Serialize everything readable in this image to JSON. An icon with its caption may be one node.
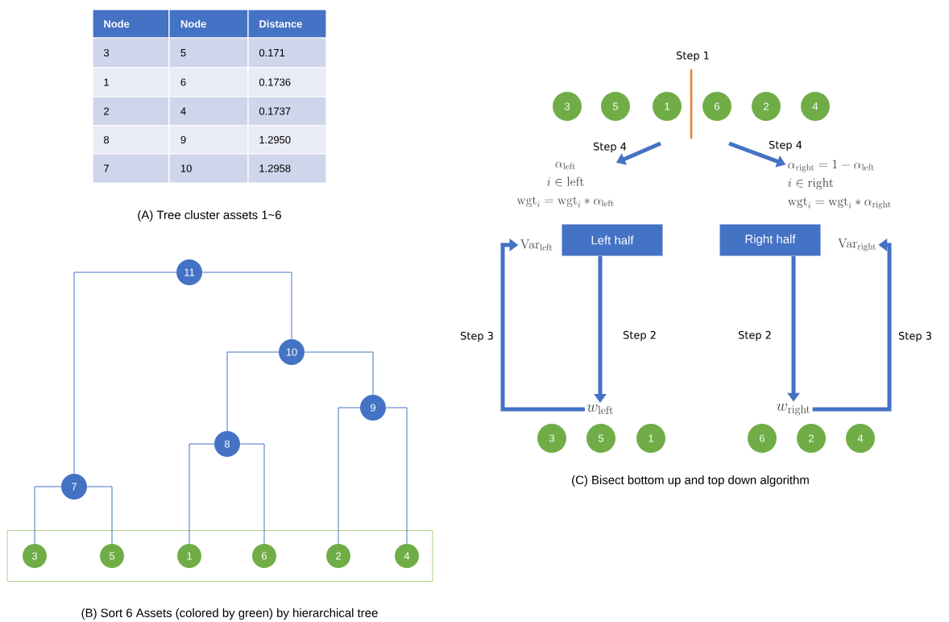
{
  "diagram": {
    "nodes": [
      {
        "text": [
          "11"
        ]
      },
      {
        "text": [
          "10"
        ]
      },
      {
        "text": [
          "9"
        ]
      },
      {
        "text": [
          "8"
        ]
      },
      {
        "text": [
          "7"
        ]
      },
      {
        "text": [],
        "shape": "box"
      },
      {
        "text": [
          "3"
        ],
        "in": 5
      },
      {
        "text": [
          "5"
        ],
        "in": 5
      },
      {
        "text": [
          "1"
        ],
        "in": 5
      },
      {
        "text": [
          "6"
        ],
        "in": 5
      },
      {
        "text": [
          "2"
        ],
        "in": 5
      },
      {
        "text": [
          "4"
        ],
        "in": 5
      },
      {
        "text": [
          "3"
        ]
      },
      {
        "text": [
          "5"
        ]
      },
      {
        "text": [
          "1"
        ]
      },
      {
        "text": [
          "6"
        ]
      },
      {
        "text": [
          "2"
        ]
      },
      {
        "text": [
          "4"
        ]
      },
      {
        "text": [
          "Left half"
        ]
      },
      {
        "text": [
          "Right half"
        ]
      },
      {
        "text": [
          "\\alpha_{\\mathrm{left}}",
          "i \\in \\mathrm{left}",
          "\\mathrm{wgt}_i = \\mathrm{wgt}_i * \\alpha_{\\mathrm{left}}"
        ]
      },
      {
        "text": [
          "\\alpha_{\\mathrm{right}} = 1 - \\alpha_{\\mathrm{left}}",
          "i \\in \\mathrm{right}",
          "\\mathrm{wgt}_i = \\mathrm{wgt}_i * \\alpha_{\\mathrm{right}}"
        ]
      },
      {
        "text": [
          "\\mathrm{Var}_{\\mathrm{left}}"
        ]
      },
      {
        "text": [
          "\\mathrm{Var}_{\\mathrm{right}}"
        ]
      },
      {
        "text": [
          "w_{\\mathrm{left}}"
        ]
      },
      {
        "text": [
          "w_{\\mathrm{right}}"
        ]
      },
      {
        "text": [
          "3"
        ]
      },
      {
        "text": [
          "5"
        ]
      },
      {
        "text": [
          "1"
        ]
      },
      {
        "text": [
          "6"
        ]
      },
      {
        "text": [
          "2"
        ]
      },
      {
        "text": [
          "4"
        ]
      }
    ],
    "edges": [
      {
        "from": 0,
        "to": 4,
        "arrow": "none"
      },
      {
        "from": 0,
        "to": 1,
        "arrow": "none"
      },
      {
        "from": 1,
        "to": 3,
        "arrow": "none"
      },
      {
        "from": 1,
        "to": 2,
        "arrow": "none"
      },
      {
        "from": 3,
        "to": 8,
        "arrow": "none"
      },
      {
        "from": 3,
        "to": 9,
        "arrow": "none"
      },
      {
        "from": 2,
        "to": 10,
        "arrow": "none"
      },
      {
        "from": 2,
        "to": 11,
        "arrow": "none"
      },
      {
        "from": 4,
        "to": 6,
        "arrow": "none"
      },
      {
        "from": 4,
        "to": 7,
        "arrow": "none"
      },
      {
        "from": null,
        "to": 20,
        "arrow": "to",
        "label": "Step 4",
        "style": "thick"
      },
      {
        "from": null,
        "to": 21,
        "arrow": "to",
        "label": "Step 4",
        "style": "thick"
      },
      {
        "from": 18,
        "to": 24,
        "arrow": "to",
        "label": "Step 2",
        "style": "thick"
      },
      {
        "from": 19,
        "to": 25,
        "arrow": "to",
        "label": "Step 2",
        "style": "thick"
      },
      {
        "from": 24,
        "to": 22,
        "arrow": "to",
        "label": "Step 3",
        "style": "thick"
      },
      {
        "from": 25,
        "to": 23,
        "arrow": "to",
        "label": "Step 3",
        "style": "thick"
      }
    ],
    "labels": [
      "Node",
      "Node",
      "Distance",
      "3",
      "5",
      "0.171",
      "1",
      "6",
      "0.1736",
      "2",
      "4",
      "0.1737",
      "8",
      "9",
      "1.2950",
      "7",
      "10",
      "1.2958",
      "(A) Tree cluster assets 1~6",
      "(B) Sort 6 Assets (colored by green) by hierarchical tree",
      "Step 1",
      "(C) Bisect bottom up and top down algorithm"
    ]
  }
}
